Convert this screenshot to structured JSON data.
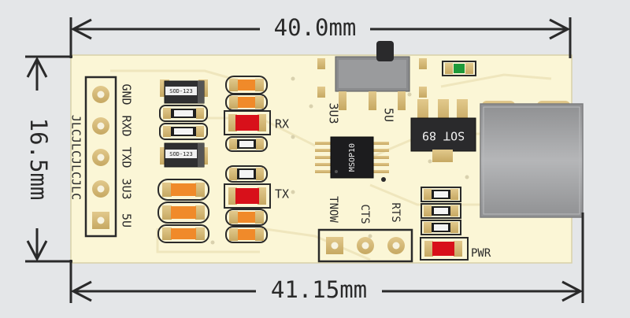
{
  "dimensions": {
    "top_width": "40.0mm",
    "bottom_width": "41.15mm",
    "height": "16.5mm"
  },
  "header": {
    "pins": [
      "GND",
      "RXD",
      "TXD",
      "3U3",
      "5U"
    ],
    "vertical_text": "JLCJLCJLCJLC"
  },
  "switch": {
    "left_label": "3U3",
    "right_label": "5U"
  },
  "led_labels": {
    "rx": "RX",
    "tx": "TX",
    "pwr": "PWR"
  },
  "lower_header": {
    "labels": [
      "TNOW",
      "CTS",
      "RTS"
    ]
  },
  "chips": {
    "ic": "MSOP10",
    "regulator": "SOT 89",
    "diode1": "SOD-123",
    "diode2": "SOD-123"
  },
  "colors": {
    "background": "#e4e6e8",
    "board": "#fbf6d6",
    "pad": "#d4b874",
    "smd_orange": "#f08a2a",
    "led_red": "#d8101a",
    "led_green": "#1e9a3a",
    "usb_metal": "#a2a3a5"
  }
}
